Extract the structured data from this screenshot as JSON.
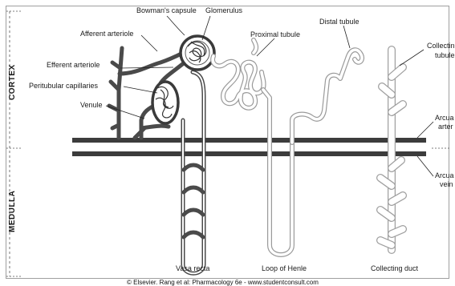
{
  "labels": {
    "bowmans_capsule": "Bowman's capsule",
    "glomerulus": "Glomerulus",
    "afferent_arteriole": "Afferent arteriole",
    "efferent_arteriole": "Efferent arteriole",
    "peritubular_capillaries": "Peritubular capillaries",
    "venule": "Venule",
    "proximal_tubule": "Proximal tubule",
    "distal_tubule": "Distal tubule",
    "collecting_tubule_line1": "Collectin",
    "collecting_tubule_line2": "tubule",
    "arcuate_artery_line1": "Arcua",
    "arcuate_artery_line2": "arter",
    "arcuate_vein_line1": "Arcua",
    "arcuate_vein_line2": "vein",
    "vasa_recta": "Vasa recta",
    "loop_of_henle": "Loop of Henle",
    "collecting_duct": "Collecting duct"
  },
  "regions": {
    "cortex": "CORTEX",
    "medulla": "MEDULLA"
  },
  "credit": "© Elsevier. Rang et al: Pharmacology 6e - www.studentconsult.com",
  "colors": {
    "vessel": "#4a4a4a",
    "tubule": "#9a9a9a",
    "text": "#1a1a1a",
    "background": "#ffffff"
  }
}
